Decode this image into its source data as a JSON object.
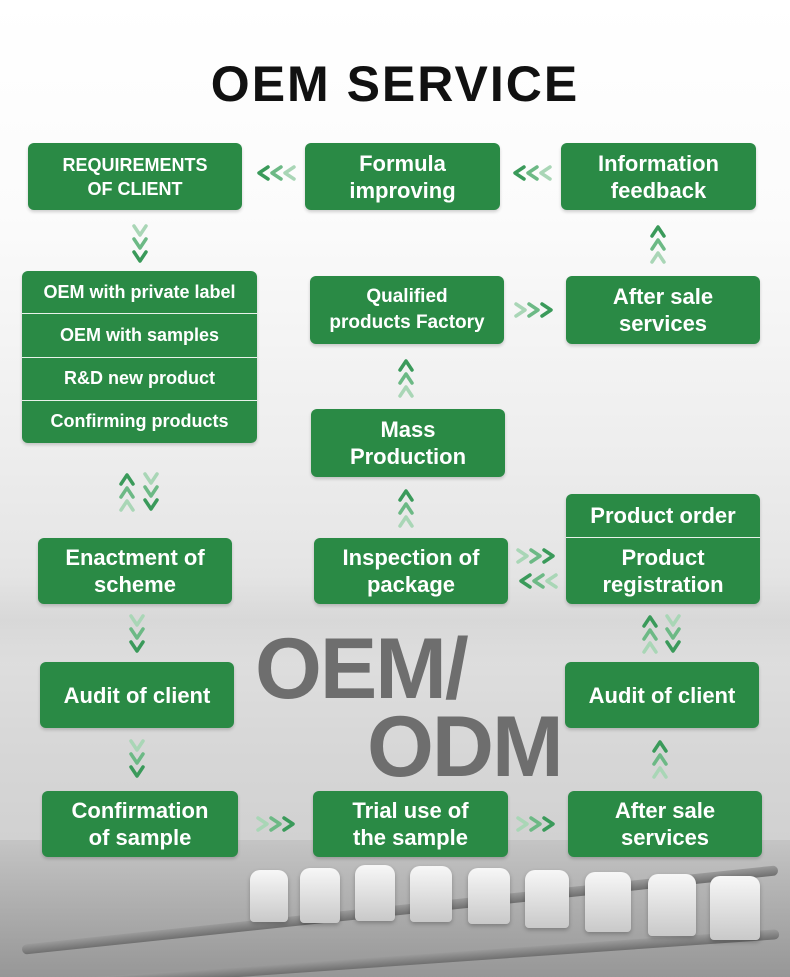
{
  "title": "OEM SERVICE",
  "watermark": {
    "line1": "OEM/",
    "line2": "ODM"
  },
  "colors": {
    "box": "#2a8a45",
    "arrow": "#3a9a5a",
    "arrow_light": "#a9d6b6",
    "title": "#111111",
    "watermark": "#6e6e6e"
  },
  "nodes": {
    "requirements_of_client": "REQUIREMENTS\nOF CLIENT",
    "formula_improving": "Formula\nimproving",
    "information_feedback": "Information\nfeedback",
    "oem_options": [
      "OEM with private label",
      "OEM with samples",
      "R&D new product",
      "Confirming products"
    ],
    "qualified_products_factory": "Qualified\nproducts Factory",
    "after_sale_services_top": "After sale\nservices",
    "mass_production": "Mass\nProduction",
    "enactment_of_scheme": "Enactment of\nscheme",
    "inspection_of_package": "Inspection of\npackage",
    "product_order": "Product order",
    "product_registration": "Product\nregistration",
    "audit_of_client_left": "Audit of client",
    "audit_of_client_right": "Audit of client",
    "confirmation_of_sample": "Confirmation\nof sample",
    "trial_use_of_sample": "Trial use of\nthe sample",
    "after_sale_services_bottom": "After sale\nservices"
  }
}
